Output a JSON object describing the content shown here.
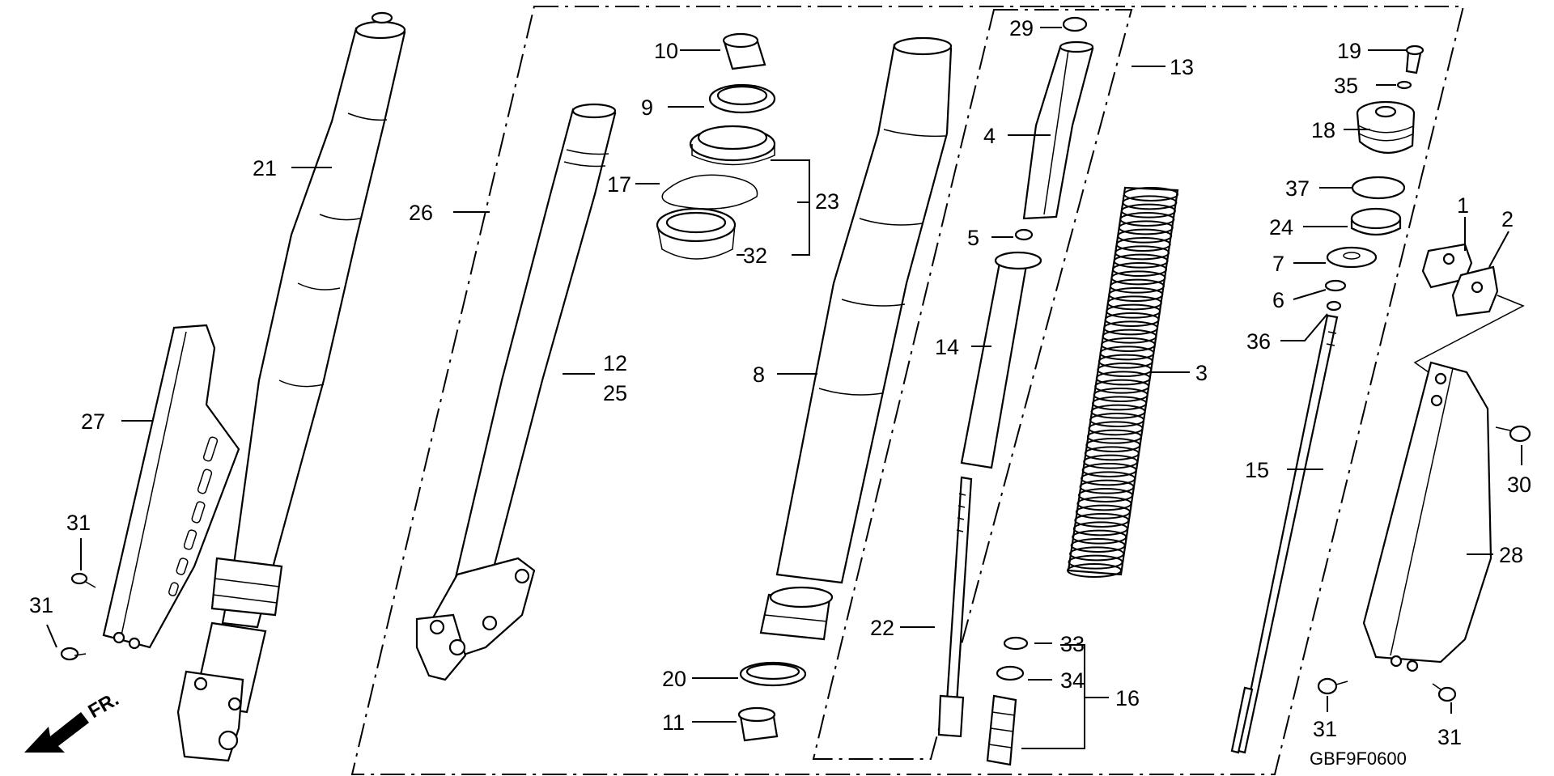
{
  "diagram": {
    "part_code": "GBF9F0600",
    "front_marker": "FR.",
    "callouts": {
      "c1": "1",
      "c2": "2",
      "c3": "3",
      "c4": "4",
      "c5": "5",
      "c6": "6",
      "c7": "7",
      "c8": "8",
      "c9": "9",
      "c10": "10",
      "c11": "11",
      "c12": "12",
      "c13": "13",
      "c14": "14",
      "c15": "15",
      "c16": "16",
      "c17": "17",
      "c18": "18",
      "c19": "19",
      "c20": "20",
      "c21": "21",
      "c22": "22",
      "c23": "23",
      "c24": "24",
      "c25": "25",
      "c26": "26",
      "c27": "27",
      "c28": "28",
      "c29": "29",
      "c30": "30",
      "c31a": "31",
      "c31b": "31",
      "c31c": "31",
      "c31d": "31",
      "c32": "32",
      "c33": "33",
      "c34": "34",
      "c35": "35",
      "c36": "36",
      "c37": "37"
    }
  }
}
